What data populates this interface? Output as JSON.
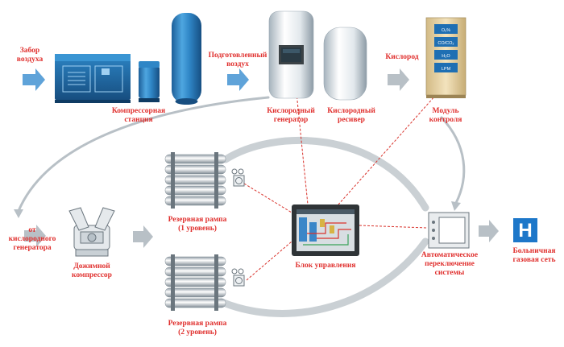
{
  "labels": {
    "air_intake": "Забор\nвоздуха",
    "compressor_station": "Компрессорная\nстанция",
    "prepared_air": "Подготовленный\nвоздух",
    "oxygen_generator": "Кислородный\nгенератор",
    "oxygen_receiver": "Кислородный\nресивер",
    "oxygen": "Кислород",
    "control_module": "Модуль\nконтроля",
    "from_generator": "от\nкислородного\nгенератора",
    "booster_compressor": "Дожимной\nкомпрессор",
    "reserve_ramp_1": "Резервная рампа\n(1 уровень)",
    "reserve_ramp_2": "Резервная рампа\n(2 уровень)",
    "control_unit": "Блок управления",
    "auto_switch": "Автоматическое\nпереключение\nсистемы",
    "hospital_network": "Больничная\nгазовая сеть"
  },
  "control_module_rows": [
    "O₂%",
    "CO/CO₂",
    "H₂O",
    "LPM"
  ],
  "hospital_sign": "H",
  "colors": {
    "label": "#e0302e",
    "blue_arrow": "#5fa3d9",
    "grey_arrow": "#b8c0c6",
    "red_dashed": "#d9322b",
    "sign_blue": "#1d77c9"
  }
}
